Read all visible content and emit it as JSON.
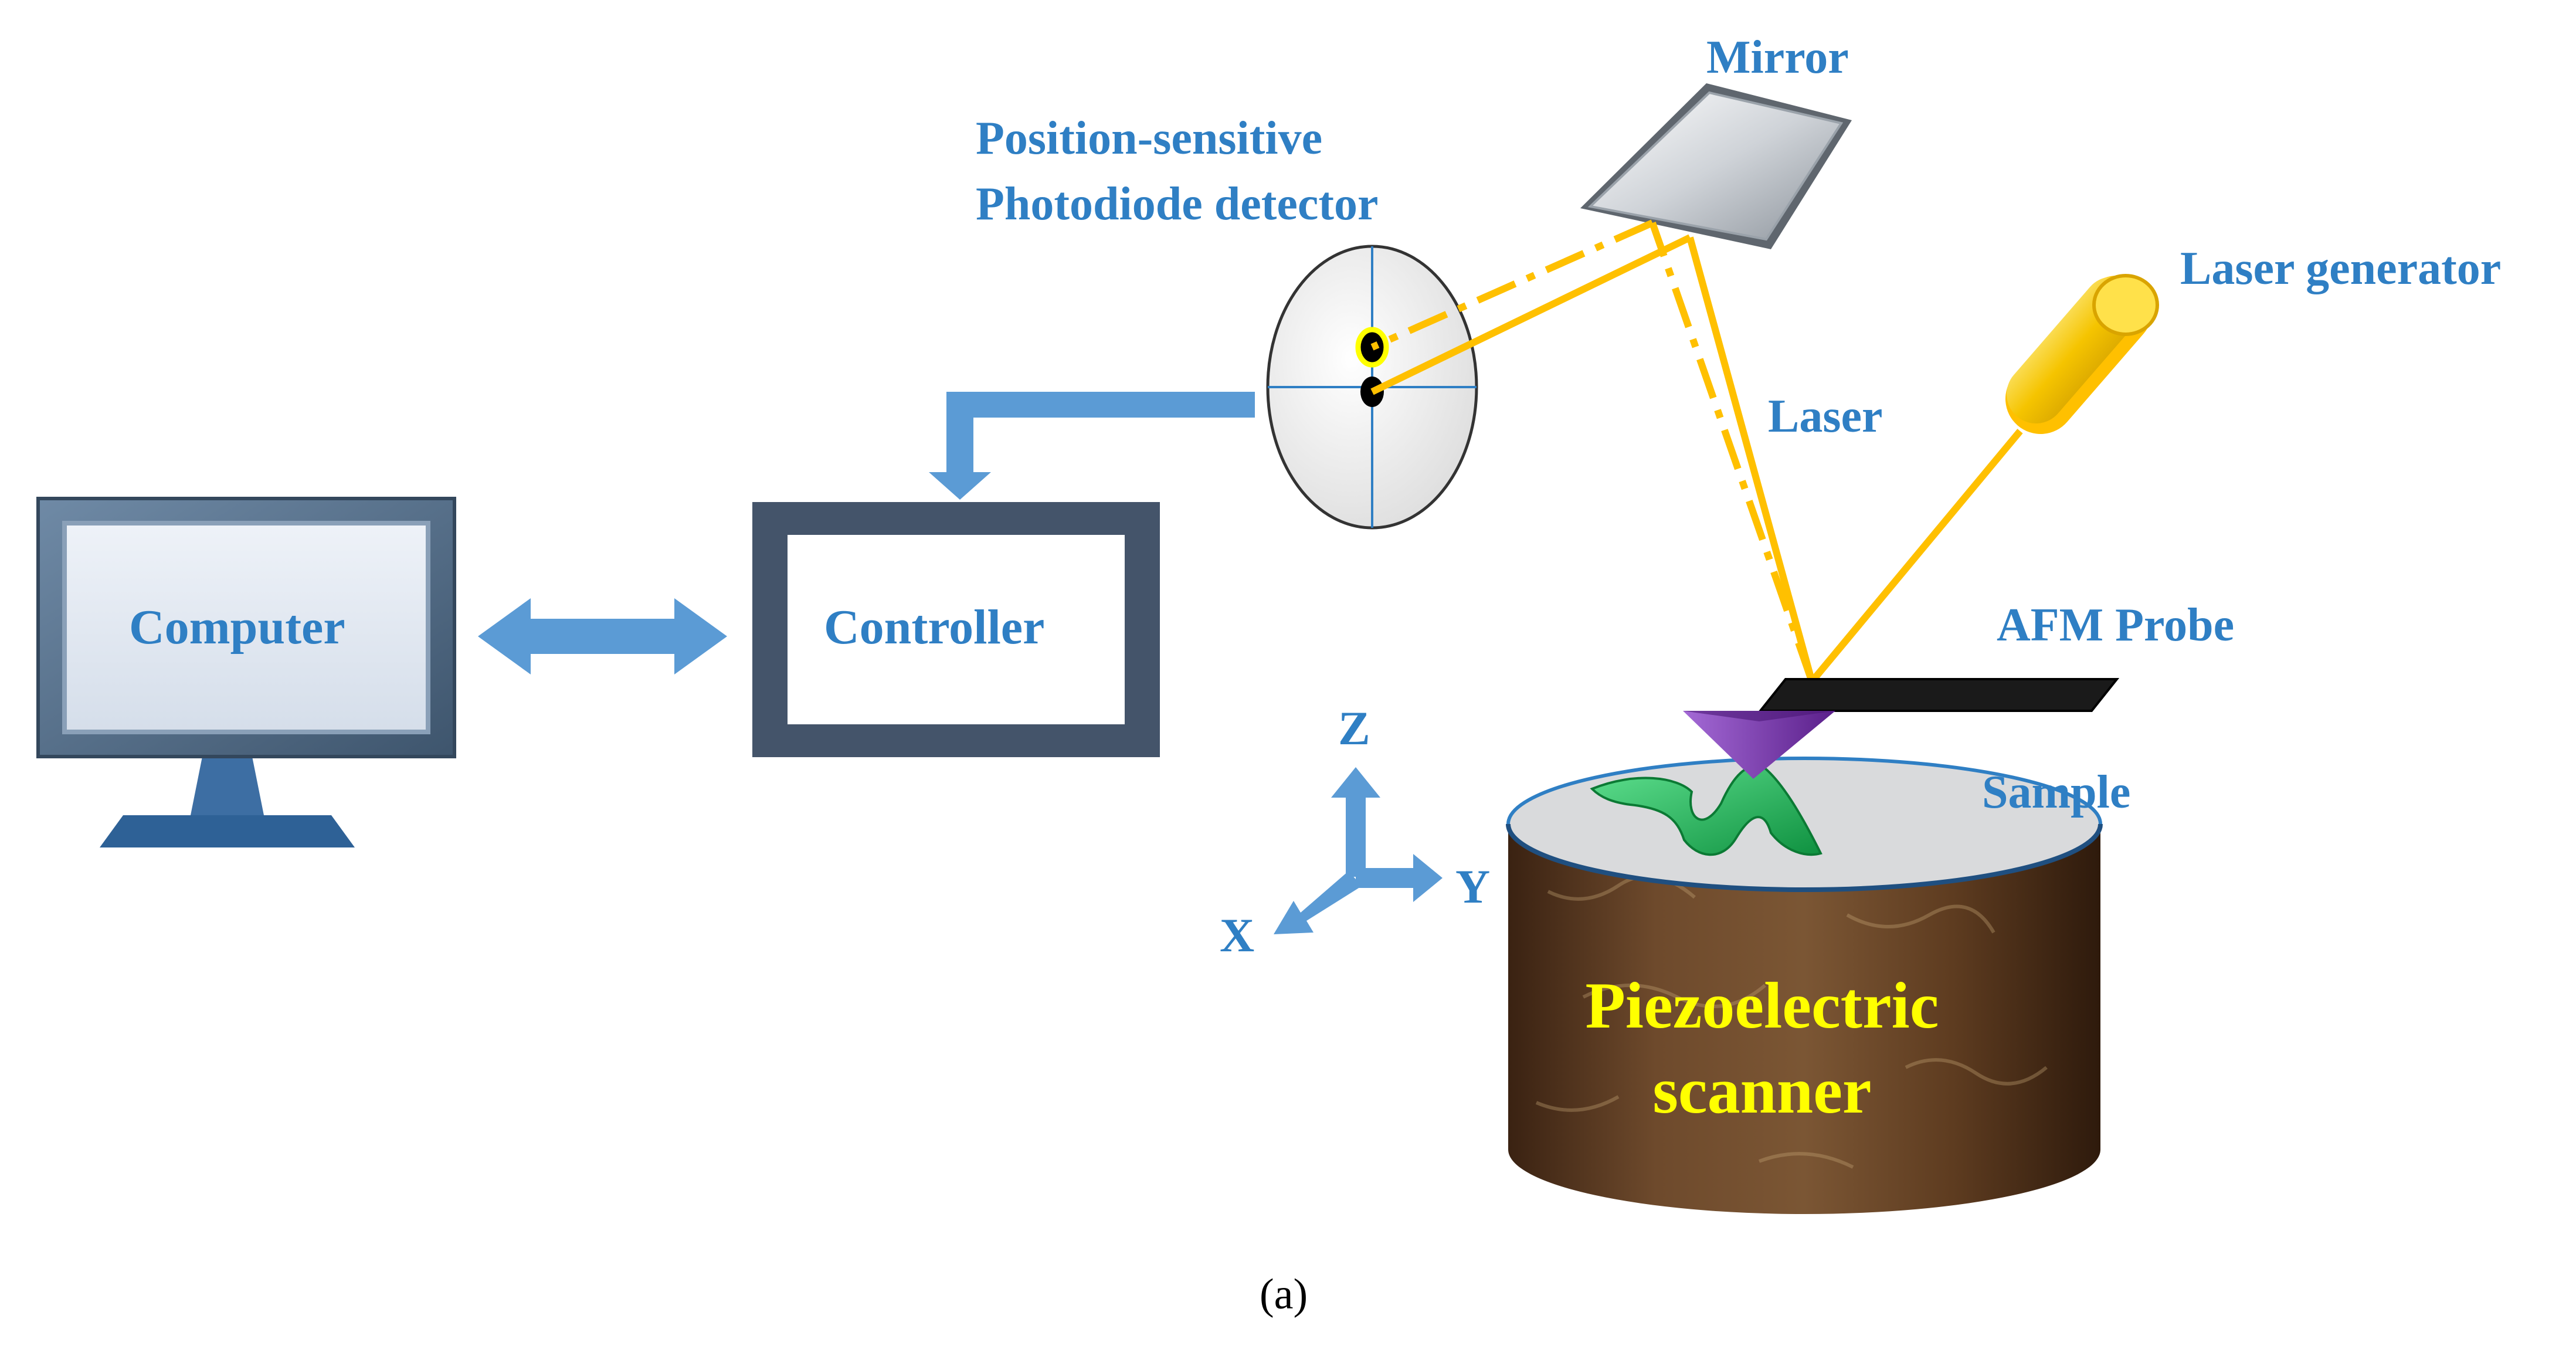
{
  "labels": {
    "mirror": "Mirror",
    "detector_line1": "Position-sensitive",
    "detector_line2": "Photodiode detector",
    "laser_generator": "Laser generator",
    "laser": "Laser",
    "computer": "Computer",
    "controller": "Controller",
    "afm_probe": "AFM Probe",
    "sample": "Sample",
    "axis_z": "Z",
    "axis_y": "Y",
    "axis_x": "X",
    "scanner_line1": "Piezoelectric",
    "scanner_line2": "scanner"
  },
  "caption": "(a)",
  "colors": {
    "label_blue": "#2f7fc4",
    "laser_yellow": "#ffc000",
    "arrow_blue": "#5b9bd5",
    "box_dark": "#44546a",
    "scanner_text": "#ffff00",
    "probe_tip": "#7030a0",
    "sample_green": "#1ab55a"
  }
}
